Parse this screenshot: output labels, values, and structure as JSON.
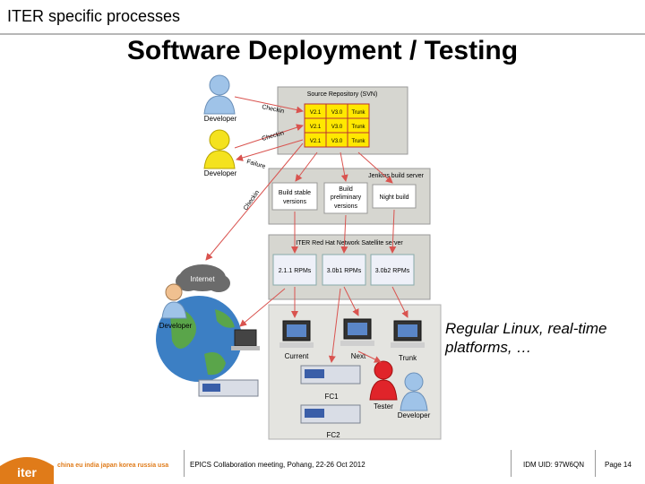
{
  "header": {
    "section": "ITER specific processes"
  },
  "title": "Software Deployment / Testing",
  "caption": "Regular Linux, real-time platforms, …",
  "diagram": {
    "svn": {
      "title": "Source Repository (SVN)",
      "rows": [
        [
          "V2.1",
          "V3.0",
          "Trunk"
        ],
        [
          "V2.1",
          "V3.0",
          "Trunk"
        ],
        [
          "V2.1",
          "V3.0",
          "Trunk"
        ]
      ]
    },
    "jenkins": {
      "title": "Jenkins build server",
      "boxes": [
        "Build stable versions",
        "Build preliminary versions",
        "Night build"
      ]
    },
    "satellite": {
      "title": "ITER Red Hat Network Satellite server",
      "rpms": [
        "2.1.1 RPMs",
        "3.0b1 RPMs",
        "3.0b2 RPMs"
      ]
    },
    "developers": [
      "Developer",
      "Developer",
      "Developer",
      "Developer"
    ],
    "arrows": {
      "checkin1": "Checkin",
      "checkin2": "Checkin",
      "failure": "Failure",
      "checkin3": "Checkin"
    },
    "internet": "Internet",
    "machines": [
      "Current",
      "Next",
      "Trunk"
    ],
    "fc": [
      "FC1",
      "FC2"
    ],
    "tester": "Tester",
    "colors": {
      "svn_highlight": "#ffe800",
      "panel_fill": "#d6d6d0",
      "arrow": "#d9534f",
      "logo": "#e07b19"
    }
  },
  "footer": {
    "logo_text": "iter",
    "tagline": "china eu india japan korea russia usa",
    "event": "EPICS Collaboration meeting, Pohang, 22-26 Oct 2012",
    "idm": "IDM UID: 97W6QN",
    "page": "Page 14"
  }
}
